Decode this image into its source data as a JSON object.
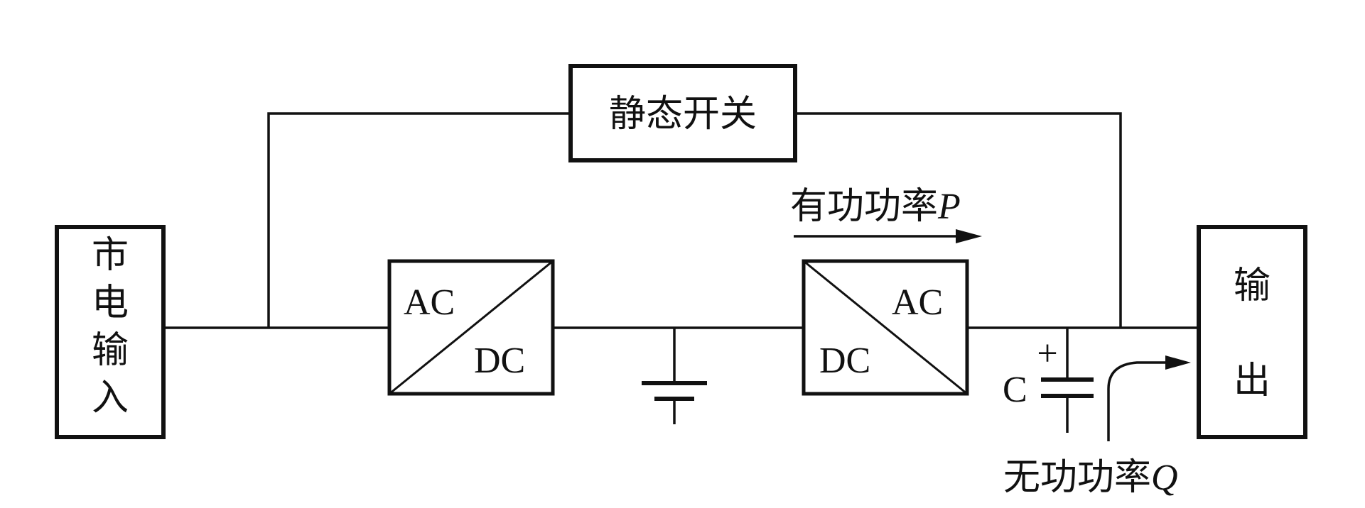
{
  "blocks": {
    "mains_input": [
      "市",
      "电",
      "输",
      "入"
    ],
    "static_switch": "静态开关",
    "output": [
      "输",
      "出"
    ]
  },
  "rectifier": {
    "top_label": "AC",
    "bottom_label": "DC"
  },
  "inverter": {
    "top_label": "AC",
    "bottom_label": "DC"
  },
  "capacitor": {
    "label": "C",
    "polarity": "+"
  },
  "active_power": {
    "prefix": "有功功率",
    "symbol": "P"
  },
  "reactive_power": {
    "prefix": "无功功率",
    "symbol": "Q"
  }
}
